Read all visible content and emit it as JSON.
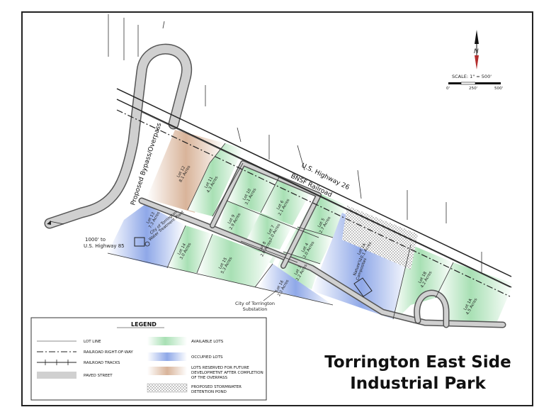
{
  "title": {
    "line1": "Torrington East Side",
    "line2": "Industrial Park"
  },
  "roads": {
    "highway": "U.S. Highway 26",
    "railroad": "BNSF Railroad",
    "bypass": "Proposed Bypass/Overpass",
    "to_highway_line1": "1000' to",
    "to_highway_line2": "U.S. Highway 85"
  },
  "landmarks": {
    "substation_line1": "City of Torrington",
    "substation_line2": "Substation",
    "water_plant_line1": "City of Torrington",
    "water_plant_line2": "Water Treatment Plant",
    "composites_line1": "Nature's",
    "composites_line2": "Composites"
  },
  "scale": {
    "label": "SCALE: 1\" = 500'",
    "ticks": [
      "0'",
      "250'",
      "500'"
    ]
  },
  "north": {
    "letter": "N"
  },
  "lots": [
    {
      "name": "Lot 12",
      "acres": "8.1 Acres",
      "status": "reserved"
    },
    {
      "name": "Lot 11",
      "acres": "4.3 Acres",
      "status": "available"
    },
    {
      "name": "Lot 10",
      "acres": "3.1 Acres",
      "status": "available"
    },
    {
      "name": "Lot 6",
      "acres": "2.1 Acres",
      "status": "available"
    },
    {
      "name": "Lot 9",
      "acres": "2.9 Acres",
      "status": "available"
    },
    {
      "name": "Lot 7",
      "acres": "2.0 Acres",
      "status": "available"
    },
    {
      "name": "Lot 8",
      "acres": "2.0 Acres",
      "status": "available"
    },
    {
      "name": "Lot 5",
      "acres": "2.7 Acres",
      "status": "available"
    },
    {
      "name": "Lot 4",
      "acres": "2.0 Acres",
      "status": "available"
    },
    {
      "name": "Lot 3",
      "acres": "2.2 Acres",
      "status": "available"
    },
    {
      "name": "Lot 13",
      "acres": "7.3 Acres",
      "status": "occupied"
    },
    {
      "name": "Lot 14",
      "acres": "3.0 Acres",
      "status": "available"
    },
    {
      "name": "Lot 15",
      "acres": "5.3 Acres",
      "status": "available"
    },
    {
      "name": "Lot 16",
      "acres": "2.3 Acres",
      "status": "occupied"
    },
    {
      "name": "Lot 2A",
      "acres": "10.1 Acres",
      "status": "occupied"
    },
    {
      "name": "Lot 1B",
      "acres": "4.2 Acres",
      "status": "available"
    },
    {
      "name": "Lot 1A",
      "acres": "4.5 Acres",
      "status": "available"
    }
  ],
  "colors": {
    "available": "#a8e0b4",
    "occupied": "#8fa8e8",
    "reserved": "#d9b49a",
    "street": "#cfcfcf"
  },
  "legend": {
    "heading": "LEGEND",
    "lot_line": "LOT LINE",
    "railroad_row": "RAILROAD RIGHT-OF-WAY",
    "railroad_tracks": "RAILROAD TRACKS",
    "paved_street": "PAVED STREET",
    "available": "AVAILABLE LOTS",
    "occupied": "OCCUPIED LOTS",
    "reserved_line1": "LOTS RESERVED FOR FUTURE",
    "reserved_line2": "DEVELOPMETNT AFTER COMPLETION",
    "reserved_line3": "OF THE OVERPASS",
    "pond_line1": "PROPOSED STORMWATER",
    "pond_line2": "DETENTION POND"
  }
}
